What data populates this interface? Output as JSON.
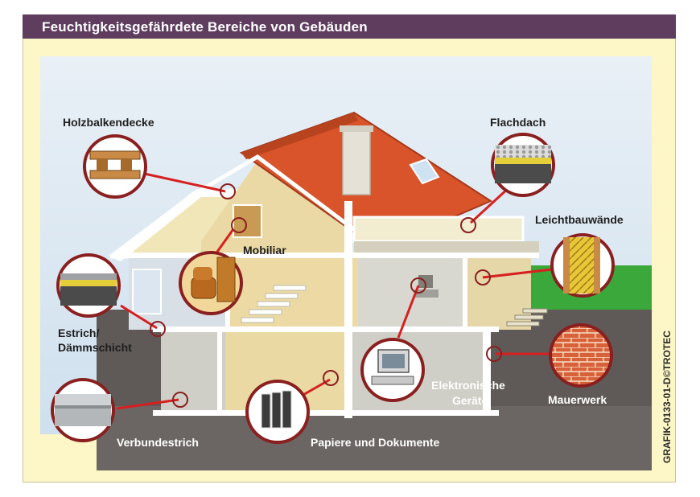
{
  "header": {
    "title": "Feuchtigkeitsgefährdete Bereiche von Gebäuden"
  },
  "labels": {
    "holzbalkendecke": "Holzbalkendecke",
    "flachdach": "Flachdach",
    "leichtbauwaende": "Leichtbauwände",
    "mobiliar": "Mobiliar",
    "estrich_line1": "Estrich/",
    "estrich_line2": "Dämmschicht",
    "elektronische_line1": "Elektronische",
    "elektronische_line2": "Geräte",
    "mauerwerk": "Mauerwerk",
    "verbundestrich": "Verbundestrich",
    "papiere": "Papiere und Dokumente"
  },
  "credit": "GRAFIK-0133-01-D©TROTEC",
  "colors": {
    "header_bg": "#5e3d5f",
    "frame_bg": "#fdf6c6",
    "roof": "#d9532b",
    "grass": "#3aa83a",
    "ground": "#5a5552",
    "callout_ring": "#8a1f1f",
    "leader_line": "#d62020"
  }
}
